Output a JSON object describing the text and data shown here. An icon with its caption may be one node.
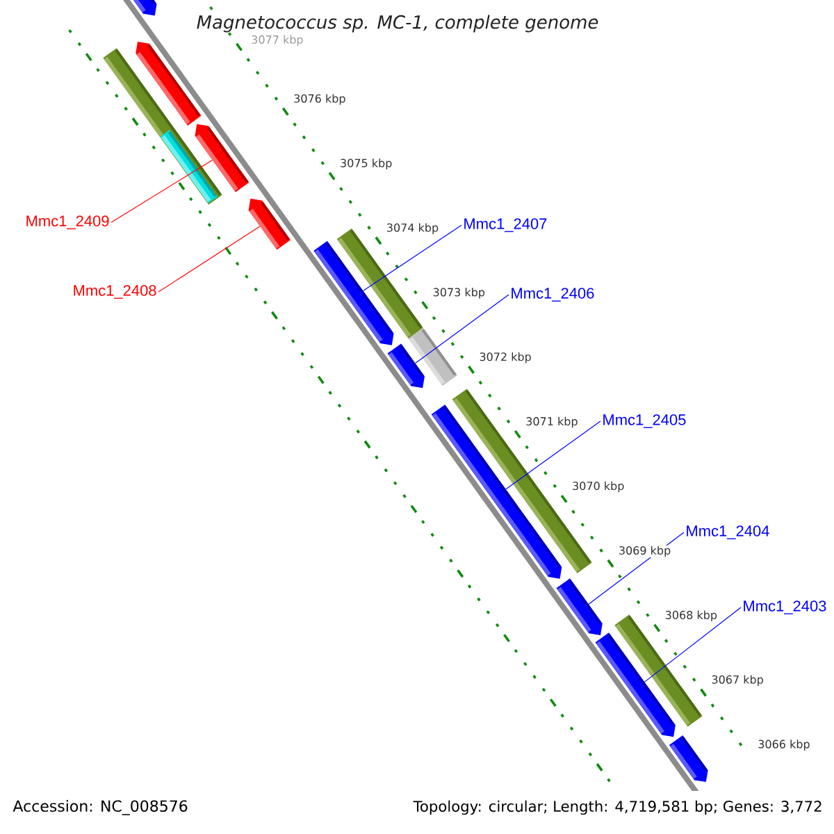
{
  "diagram": {
    "title": "Magnetococcus sp. MC-1, complete genome",
    "nodes": [
      {
        "text": [
          "Mmc1_2409"
        ]
      },
      {
        "text": [
          "Mmc1_2407"
        ]
      },
      {
        "text": [
          "Mmc1_2408"
        ]
      },
      {
        "text": [
          "Mmc1_2406"
        ]
      },
      {
        "text": [
          "Mmc1_2405"
        ]
      },
      {
        "text": [
          "Mmc1_2404"
        ]
      },
      {
        "text": [
          "Mmc1_2403"
        ]
      },
      {
        "text": [],
        "shape": "arrow"
      },
      {
        "text": [],
        "shape": "arrow"
      },
      {
        "text": [],
        "shape": "bar"
      },
      {
        "text": [],
        "shape": "bar",
        "in": 9
      },
      {
        "text": [],
        "shape": "arrow"
      },
      {
        "text": [],
        "shape": "arrow"
      },
      {
        "text": [],
        "shape": "arrow"
      },
      {
        "text": [],
        "shape": "bar"
      },
      {
        "text": [],
        "shape": "bar"
      },
      {
        "text": [],
        "shape": "arrow"
      },
      {
        "text": [],
        "shape": "bar"
      },
      {
        "text": [],
        "shape": "arrow"
      },
      {
        "text": [],
        "shape": "arrow"
      },
      {
        "text": [],
        "shape": "bar"
      },
      {
        "text": [],
        "shape": "arrow"
      },
      {
        "text": [],
        "shape": "arrow"
      }
    ],
    "edges": [
      {
        "from": 0,
        "to": 11,
        "arrow": "none",
        "color": "#ff0000"
      },
      {
        "from": 1,
        "to": 13,
        "arrow": "none",
        "color": "#0000ff"
      },
      {
        "from": 2,
        "to": 12,
        "arrow": "none",
        "color": "#ff0000"
      },
      {
        "from": 3,
        "to": 16,
        "arrow": "none",
        "color": "#0000ff"
      },
      {
        "from": 4,
        "to": 18,
        "arrow": "none",
        "color": "#0000ff"
      },
      {
        "from": 5,
        "to": 19,
        "arrow": "none",
        "color": "#0000ff"
      },
      {
        "from": 6,
        "to": 21,
        "arrow": "none",
        "color": "#0000ff"
      }
    ],
    "labels": [
      "3077 kbp",
      "3076 kbp",
      "3075 kbp",
      "3074 kbp",
      "3073 kbp",
      "3072 kbp",
      "3071 kbp",
      "3070 kbp",
      "3069 kbp",
      "3068 kbp",
      "3067 kbp",
      "3066 kbp",
      "Accession: NC_008576",
      "Topology: circular; Length: 4,719,581 bp; Genes: 3,772"
    ]
  }
}
